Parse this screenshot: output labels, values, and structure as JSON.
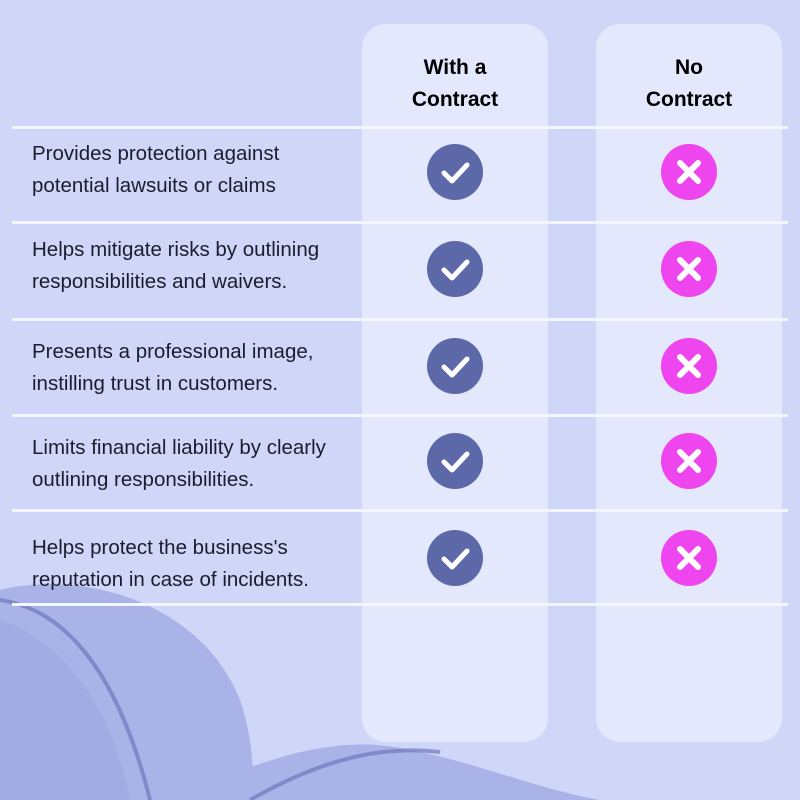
{
  "columns": {
    "with_contract": "With a\nContract",
    "no_contract": "No\nContract"
  },
  "rows": [
    {
      "text": "Provides protection against potential lawsuits or claims",
      "with_contract": true,
      "no_contract": false
    },
    {
      "text": "Helps mitigate risks by outlining responsibilities and waivers.",
      "with_contract": true,
      "no_contract": false
    },
    {
      "text": "Presents a professional image, instilling trust in customers.",
      "with_contract": true,
      "no_contract": false
    },
    {
      "text": "Limits financial liability by clearly outlining responsibilities.",
      "with_contract": true,
      "no_contract": false
    },
    {
      "text": "Helps protect the business's reputation in case of incidents.",
      "with_contract": true,
      "no_contract": false
    }
  ],
  "colors": {
    "background": "#cfd6f7",
    "check_circle": "#5d68a8",
    "cross_circle": "#ee45ef"
  },
  "icons": {
    "yes": "check-icon",
    "no": "cross-icon"
  }
}
